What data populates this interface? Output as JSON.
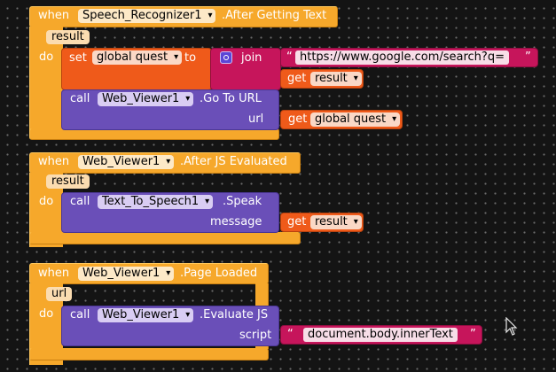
{
  "block1": {
    "when": "when",
    "component": "Speech_Recognizer1",
    "event": ".After Getting Text",
    "param": "result",
    "do": "do",
    "set_kw": "set",
    "set_var": "global quest",
    "to_kw": "to",
    "join_kw": "join",
    "string_open": "“",
    "string_value": "https://www.google.com/search?q=",
    "string_close": "”",
    "get1_kw": "get",
    "get1_var": "result",
    "call_kw": "call",
    "call_component": "Web_Viewer1",
    "call_method": ".Go To URL",
    "arg_label": "url",
    "get2_kw": "get",
    "get2_var": "global quest"
  },
  "block2": {
    "when": "when",
    "component": "Web_Viewer1",
    "event": ".After JS Evaluated",
    "param": "result",
    "do": "do",
    "call_kw": "call",
    "call_component": "Text_To_Speech1",
    "call_method": ".Speak",
    "arg_label": "message",
    "get_kw": "get",
    "get_var": "result"
  },
  "block3": {
    "when": "when",
    "component": "Web_Viewer1",
    "event": ".Page Loaded",
    "param": "url",
    "do": "do",
    "call_kw": "call",
    "call_component": "Web_Viewer1",
    "call_method": ".Evaluate JS",
    "arg_label": "script",
    "string_open": "“",
    "string_value": "document.body.innerText",
    "string_close": "”"
  },
  "colors": {
    "event": "#f6a82b",
    "procedure": "#6a4fb8",
    "variable": "#ef5a1a",
    "text": "#c6155b",
    "background": "#141414"
  },
  "icons": [
    "mutator-gear-icon",
    "dropdown-arrow-icon",
    "mouse-cursor-icon"
  ]
}
